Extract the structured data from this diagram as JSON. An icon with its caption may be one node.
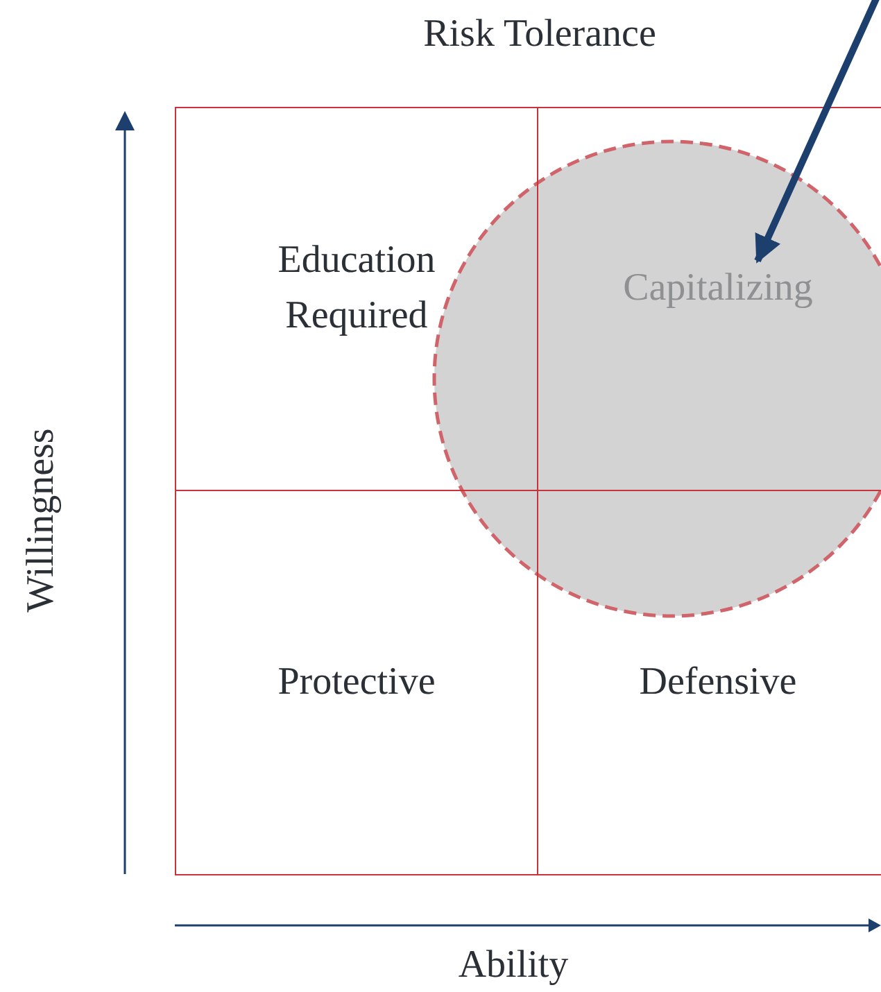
{
  "diagram": {
    "title": "Risk Tolerance",
    "nodes": [
      {
        "text": [
          "Education Required"
        ]
      },
      {
        "text": [
          "Capitalizing"
        ]
      },
      {
        "text": [
          "Protective"
        ]
      },
      {
        "text": [
          "Defensive"
        ]
      },
      {
        "text": [],
        "shape": "circle"
      }
    ],
    "edges": [
      {
        "from": null,
        "to": 4,
        "arrow": "to"
      }
    ],
    "labels": [
      "Willingness",
      "Ability"
    ]
  }
}
